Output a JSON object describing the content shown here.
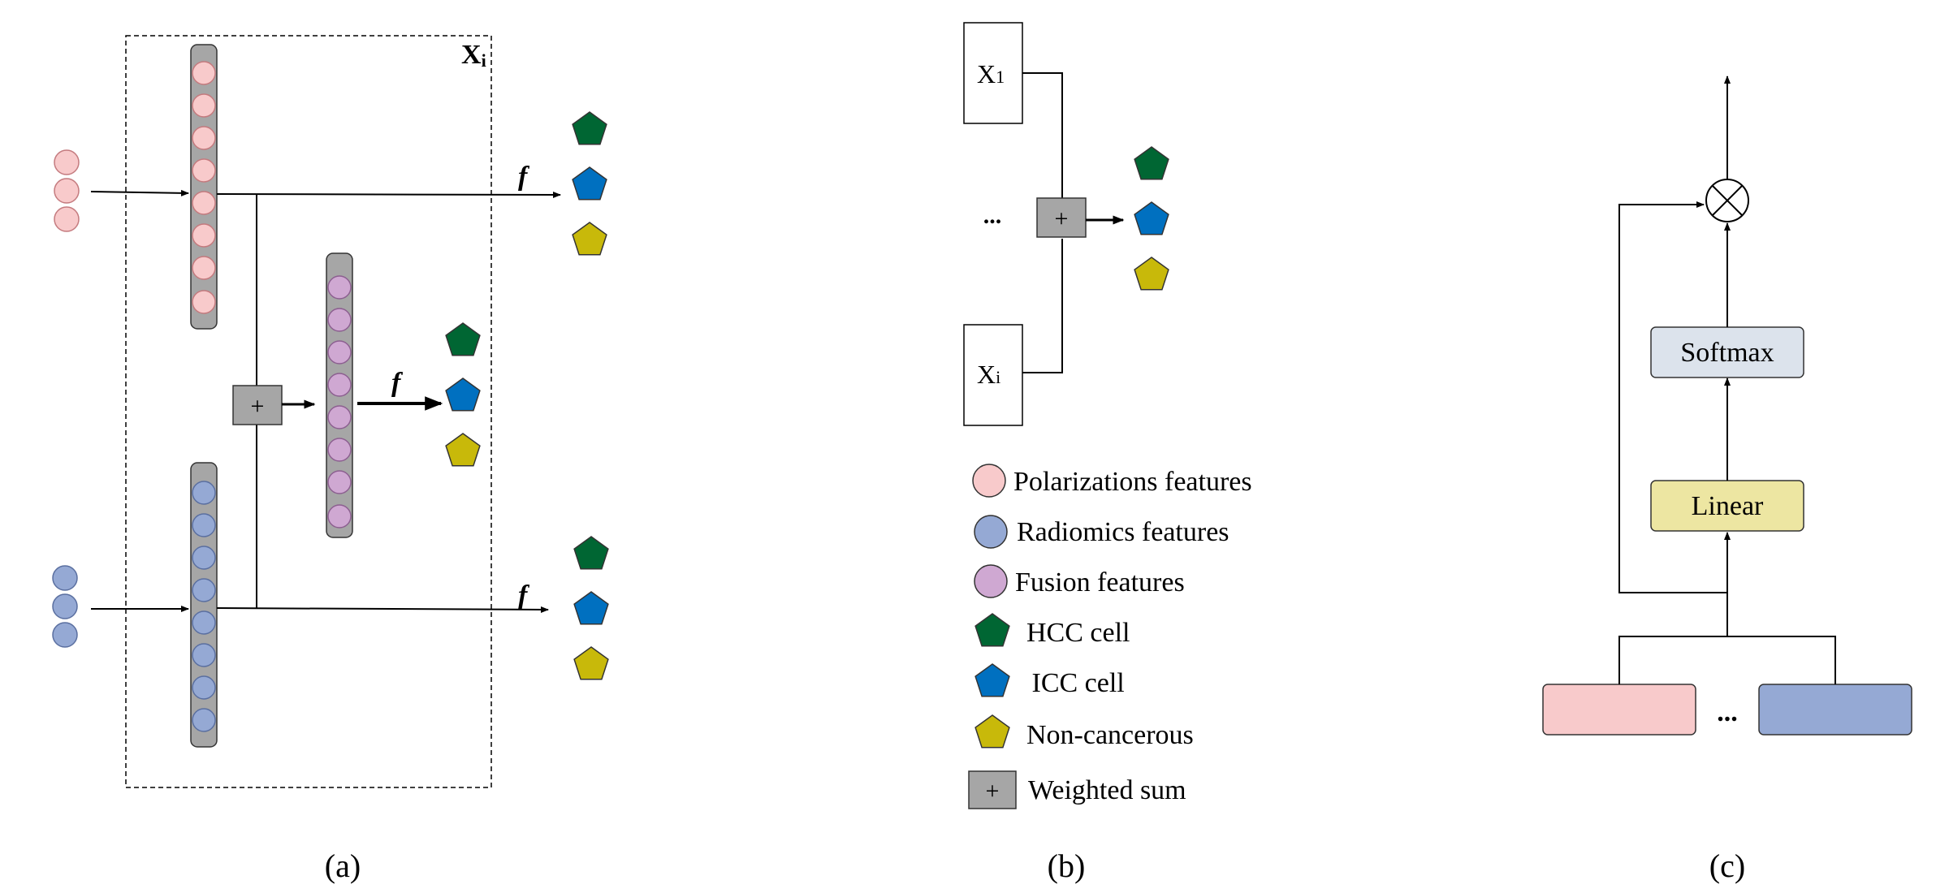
{
  "panels": {
    "a": {
      "caption": "(a)",
      "box_label": "X",
      "box_label_sub": "i",
      "func_label": "f",
      "sum_symbol": "+"
    },
    "b": {
      "caption": "(b)",
      "input_top_label": "X",
      "input_top_sub": "1",
      "input_bottom_label": "X",
      "input_bottom_sub": "i",
      "ellipsis": "...",
      "sum_symbol": "+"
    },
    "c": {
      "caption": "(c)",
      "softmax_label": "Softmax",
      "linear_label": "Linear",
      "ellipsis": "..."
    }
  },
  "legend": [
    {
      "key": "pink-circle",
      "label": "Polarizations features"
    },
    {
      "key": "blue-circle",
      "label": "Radiomics features"
    },
    {
      "key": "purple-circle",
      "label": "Fusion features"
    },
    {
      "key": "green-pentagon",
      "label": "HCC cell"
    },
    {
      "key": "blue-pentagon",
      "label": " ICC cell"
    },
    {
      "key": "yellow-pentagon",
      "label": "Non-cancerous"
    },
    {
      "key": "sum-box",
      "label": "Weighted sum"
    }
  ],
  "legend_sum_symbol": "+",
  "colors": {
    "pink": "#F8CACB",
    "blue_feature": "#95A9D4",
    "purple": "#CFA8D2",
    "gray": "#A6A6A6",
    "green": "#006633",
    "blue_cell": "#0070C0",
    "yellow": "#C8B90A",
    "softmax_bg": "#DCE3EC",
    "linear_bg": "#EDE6A2"
  }
}
